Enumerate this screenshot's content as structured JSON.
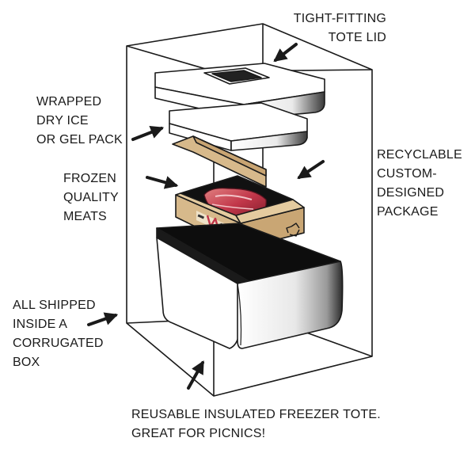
{
  "labels": {
    "tote_lid": [
      "TIGHT-FITTING",
      "TOTE LID"
    ],
    "dry_ice": [
      "WRAPPED",
      "DRY ICE",
      "OR GEL PACK"
    ],
    "meats": [
      "FROZEN",
      "QUALITY",
      "MEATS"
    ],
    "package": [
      "RECYCLABLE",
      "CUSTOM-",
      "DESIGNED",
      "PACKAGE"
    ],
    "box": [
      "ALL SHIPPED",
      "INSIDE A",
      "CORRUGATED",
      "BOX"
    ],
    "freezer_tote": [
      "REUSABLE INSULATED FREEZER TOTE.",
      "GREAT FOR PICNICS!"
    ]
  },
  "colors": {
    "outline": "#1a1a1a",
    "cardboard": "#d7b98b",
    "cardboard_dark": "#b48a55",
    "meat": "#c2374a",
    "tote_dark": "#111111",
    "tote_white": "#f4f4f4"
  },
  "icons": {
    "recycle": "recycle-icon"
  }
}
